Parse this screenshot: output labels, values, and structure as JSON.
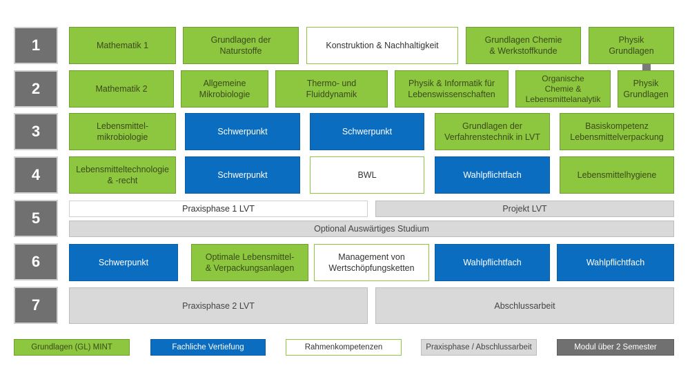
{
  "semesters": [
    "1",
    "2",
    "3",
    "4",
    "5",
    "6",
    "7"
  ],
  "modules": {
    "s1": {
      "mathematik1": "Mathematik 1",
      "grundlagen_naturstoffe": "Grundlagen der\nNaturstoffe",
      "konstruktion": "Konstruktion & Nachhaltigkeit",
      "chemie": "Grundlagen Chemie\n& Werkstoffkunde",
      "physik": "Physik\nGrundlagen"
    },
    "s2": {
      "mathematik2": "Mathematik 2",
      "mikrobiologie": "Allgemeine\nMikrobiologie",
      "thermo": "Thermo- und\nFluiddynamik",
      "physik_informatik": "Physik & Informatik für\nLebenswissenschaften",
      "organische_chemie": "Organische\nChemie &\nLebensmittelanalytik",
      "physik": "Physik\nGrundlagen"
    },
    "s3": {
      "lm_mikrobiologie": "Lebensmittel-\nmikrobiologie",
      "schwerpunkt_a": "Schwerpunkt",
      "schwerpunkt_b": "Schwerpunkt",
      "verfahrenstechnik": "Grundlagen der\nVerfahrenstechnik in LVT",
      "verpackung": "Basiskompetenz\nLebensmittelverpackung"
    },
    "s4": {
      "lm_technologie": "Lebensmitteltechnologie\n& -recht",
      "schwerpunkt": "Schwerpunkt",
      "bwl": "BWL",
      "wahlpflichtfach": "Wahlpflichtfach",
      "hygiene": "Lebensmittelhygiene"
    },
    "s5": {
      "praxisphase1": "Praxisphase 1 LVT",
      "projekt": "Projekt LVT",
      "auswaertig": "Optional Auswärtiges Studium"
    },
    "s6": {
      "schwerpunkt": "Schwerpunkt",
      "anlagen": "Optimale Lebensmittel-\n& Verpackungsanlagen",
      "management": "Management von\nWertschöpfungsketten",
      "wahlpflichtfach_a": "Wahlpflichtfach",
      "wahlpflichtfach_b": "Wahlpflichtfach"
    },
    "s7": {
      "praxisphase2": "Praxisphase 2 LVT",
      "abschlussarbeit": "Abschlussarbeit"
    }
  },
  "legend": {
    "grundlagen": "Grundlagen (GL) MINT",
    "vertiefung": "Fachliche Vertiefung",
    "rahmen": "Rahmenkompetenzen",
    "praxis": "Praxisphase / Abschlussarbeit",
    "modul2": "Modul über 2 Semester"
  },
  "colors": {
    "grundlagen": "#8dc63f",
    "vertiefung": "#0b6dbf",
    "rahmen": "#ffffff",
    "praxis": "#d9d9d9",
    "modul2": "#707070"
  }
}
